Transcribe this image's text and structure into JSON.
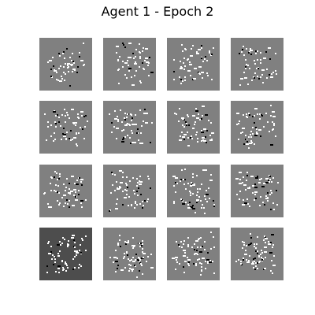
{
  "figure": {
    "title": "Agent 1 - Epoch 2"
  },
  "panels": [
    {
      "id": "sample-1",
      "background": "gray"
    },
    {
      "id": "sample-2",
      "background": "gray"
    },
    {
      "id": "sample-3",
      "background": "gray"
    },
    {
      "id": "sample-4",
      "background": "gray"
    },
    {
      "id": "sample-5",
      "background": "gray"
    },
    {
      "id": "sample-6",
      "background": "gray"
    },
    {
      "id": "sample-7",
      "background": "gray"
    },
    {
      "id": "sample-8",
      "background": "gray"
    },
    {
      "id": "sample-9",
      "background": "gray"
    },
    {
      "id": "sample-10",
      "background": "gray"
    },
    {
      "id": "sample-11",
      "background": "gray"
    },
    {
      "id": "sample-12",
      "background": "gray"
    },
    {
      "id": "sample-13",
      "background": "dark-gray"
    },
    {
      "id": "sample-14",
      "background": "gray"
    },
    {
      "id": "sample-15",
      "background": "gray"
    },
    {
      "id": "sample-16",
      "background": "gray"
    }
  ],
  "colors": {
    "background": "#ffffff",
    "panel_gray": "#808080",
    "panel_dark": "#4d4d4d",
    "pixel_white": "#ffffff",
    "pixel_black": "#000000"
  }
}
